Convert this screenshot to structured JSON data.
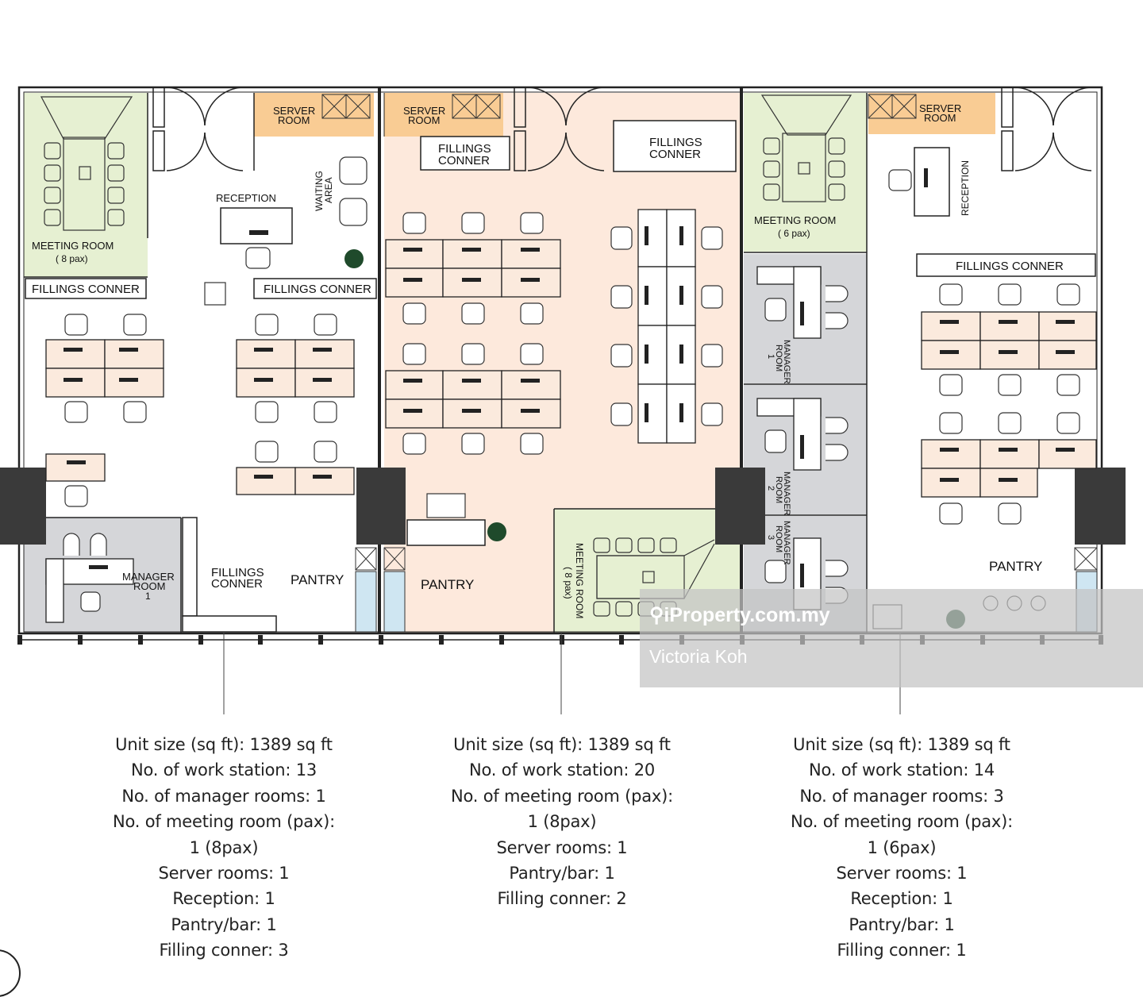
{
  "colors": {
    "green": "#e6f0d2",
    "orange": "#f9cc94",
    "peach": "#fde9dc",
    "grey": "#d5d6d9",
    "blue": "#cfe6f2",
    "pillar": "#3a3a3a",
    "desk": "#fbeadd"
  },
  "plan": {
    "unit1": {
      "meeting_room": "MEETING ROOM",
      "meeting_room_pax": "( 8 pax)",
      "server_room": [
        "SERVER",
        "ROOM"
      ],
      "reception": "RECEPTION",
      "waiting_area": [
        "WAITING",
        "AREA"
      ],
      "fillings_left": "FILLINGS CONNER",
      "fillings_right": "FILLINGS CONNER",
      "manager_room": [
        "MANAGER",
        "ROOM",
        "1"
      ],
      "fillings_bottom": [
        "FILLINGS",
        "CONNER"
      ],
      "pantry": "PANTRY"
    },
    "unit2": {
      "server_room": [
        "SERVER",
        "ROOM"
      ],
      "fillings_top": [
        "FILLINGS",
        "CONNER"
      ],
      "fillings_right": [
        "FILLINGS",
        "CONNER"
      ],
      "pantry": "PANTRY",
      "meeting_room": "MEETING ROOM",
      "meeting_room_pax": "( 8 pax)"
    },
    "unit3": {
      "meeting_room": "MEETING ROOM",
      "meeting_room_pax": "( 6 pax)",
      "server_room": [
        "SERVER",
        "ROOM"
      ],
      "reception": "RECEPTION",
      "fillings": "FILLINGS CONNER",
      "manager_room_1": [
        "MANAGER",
        "ROOM",
        "1"
      ],
      "manager_room_2": [
        "MANAGER",
        "ROOM",
        "2"
      ],
      "manager_room_3": [
        "MANAGER",
        "ROOM",
        "3"
      ],
      "pantry": "PANTRY"
    }
  },
  "watermark": {
    "logo": "iProperty.com.my",
    "agent": "Victoria Koh"
  },
  "units": [
    {
      "lines": [
        "Unit size (sq ft): 1389 sq ft",
        "No. of work station: 13",
        "No. of manager rooms: 1",
        "No. of meeting room (pax):",
        "1 (8pax)",
        "Server rooms: 1",
        "Reception: 1",
        "Pantry/bar: 1",
        "Filling conner: 3"
      ]
    },
    {
      "lines": [
        "Unit size (sq ft): 1389 sq ft",
        "No. of work station: 20",
        "No. of meeting room (pax):",
        "1 (8pax)",
        "Server rooms: 1",
        "Pantry/bar: 1",
        "Filling conner: 2"
      ]
    },
    {
      "lines": [
        "Unit size (sq ft): 1389 sq ft",
        "No. of work station: 14",
        "No. of manager rooms: 3",
        "No. of meeting room (pax):",
        "1 (6pax)",
        "Server rooms: 1",
        "Reception: 1",
        "Pantry/bar: 1",
        "Filling conner: 1"
      ]
    }
  ]
}
